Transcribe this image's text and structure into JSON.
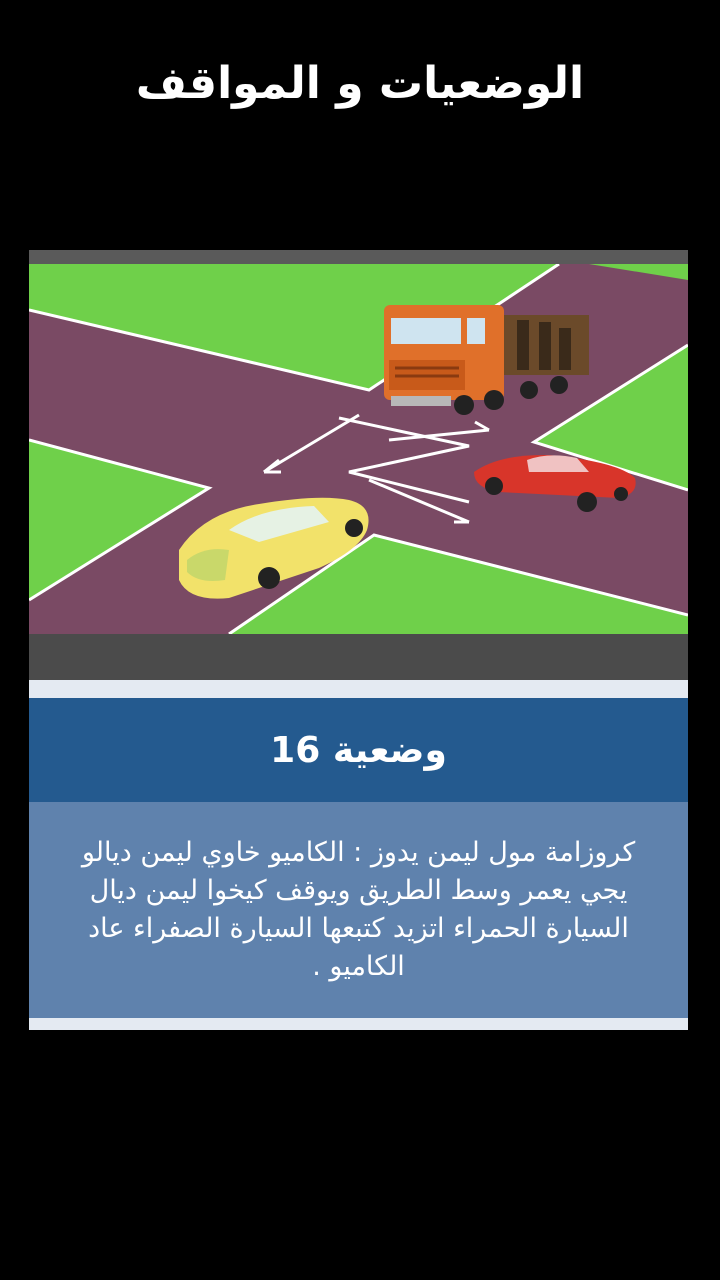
{
  "header": {
    "title": "الوضعيات و المواقف"
  },
  "situation": {
    "title": "وضعية 16",
    "description": "كروزامة مول ليمن يدوز : الكاميو خاوي ليمن ديالو يجي يعمر وسط الطريق ويوقف كيخوا ليمن ديال السيارة الحمراء اتزيد كتبعها السيارة الصفراء عاد الكاميو ."
  },
  "illustration": {
    "subject": "crossroads-with-truck-red-car-yellow-car",
    "colors": {
      "grass": "#6fd04a",
      "road": "#7a4a64",
      "truck": "#e0702a",
      "red_car": "#d8352a",
      "yellow_car": "#f2e26a"
    }
  },
  "colors": {
    "background": "#000000",
    "header_band": "#245a8f",
    "body_band": "#5f82ad",
    "text": "#ffffff"
  }
}
